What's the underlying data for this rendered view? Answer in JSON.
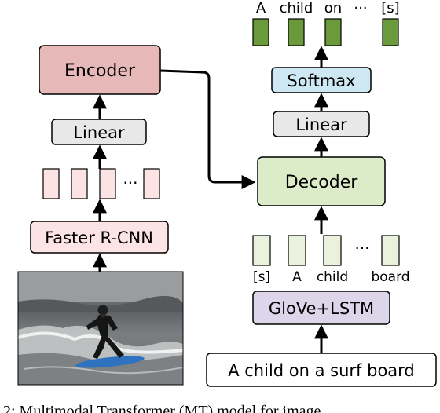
{
  "left": {
    "encoder_label": "Encoder",
    "linear_label": "Linear",
    "features_ellipsis": "···",
    "detector_label": "Faster R-CNN",
    "photo_subject": "child on a surfboard riding a small wave"
  },
  "right": {
    "output_tokens": [
      "A",
      "child",
      "on",
      "[s]"
    ],
    "output_ellipsis": "···",
    "softmax_label": "Softmax",
    "linear_label": "Linear",
    "decoder_label": "Decoder",
    "input_tokens": [
      "[s]",
      "A",
      "child",
      "board"
    ],
    "input_ellipsis": "···",
    "embed_label": "GloVe+LSTM",
    "sentence": "A child on a surf board"
  },
  "caption": "2: Multimodal Transformer (MT) model for image",
  "colors": {
    "encoder_fill": "#e6b8b7",
    "feature_fill": "#fde4e4",
    "detector_fill": "#fde4e4",
    "linear_fill": "#e8e8e8",
    "softmax_fill": "#cde8f2",
    "decoder_fill": "#dcebc8",
    "token_in_fill": "#eaf2dd",
    "token_out_fill": "#6a9a3c",
    "embed_fill": "#ddd6ea"
  }
}
